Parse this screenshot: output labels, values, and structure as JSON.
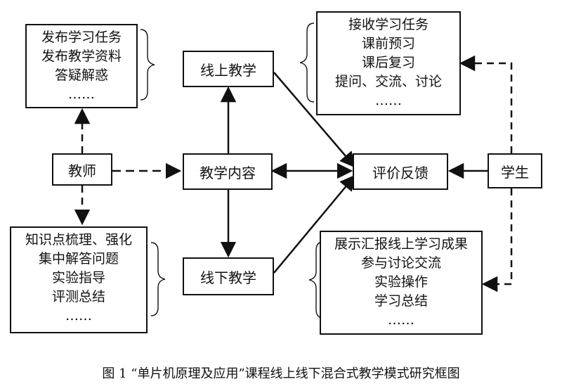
{
  "nodes": {
    "teacher": "教师",
    "student": "学生",
    "content": "教学内容",
    "online": "线上教学",
    "offline": "线下教学",
    "feedback": "评价反馈"
  },
  "lists": {
    "teacher_online": [
      "发布学习任务",
      "发布教学资料",
      "答疑解惑",
      "……"
    ],
    "teacher_offline": [
      "知识点梳理、强化",
      "集中解答问题",
      "实验指导",
      "评测总结",
      "……"
    ],
    "student_online": [
      "接收学习任务",
      "课前预习",
      "课后复习",
      "提问、交流、讨论",
      "……"
    ],
    "student_offline": [
      "展示汇报线上学习成果",
      "参与讨论交流",
      "实验操作",
      "学习总结",
      "……"
    ]
  },
  "caption": "图 1 “单片机原理及应用”课程线上线下混合式教学模式研究框图"
}
